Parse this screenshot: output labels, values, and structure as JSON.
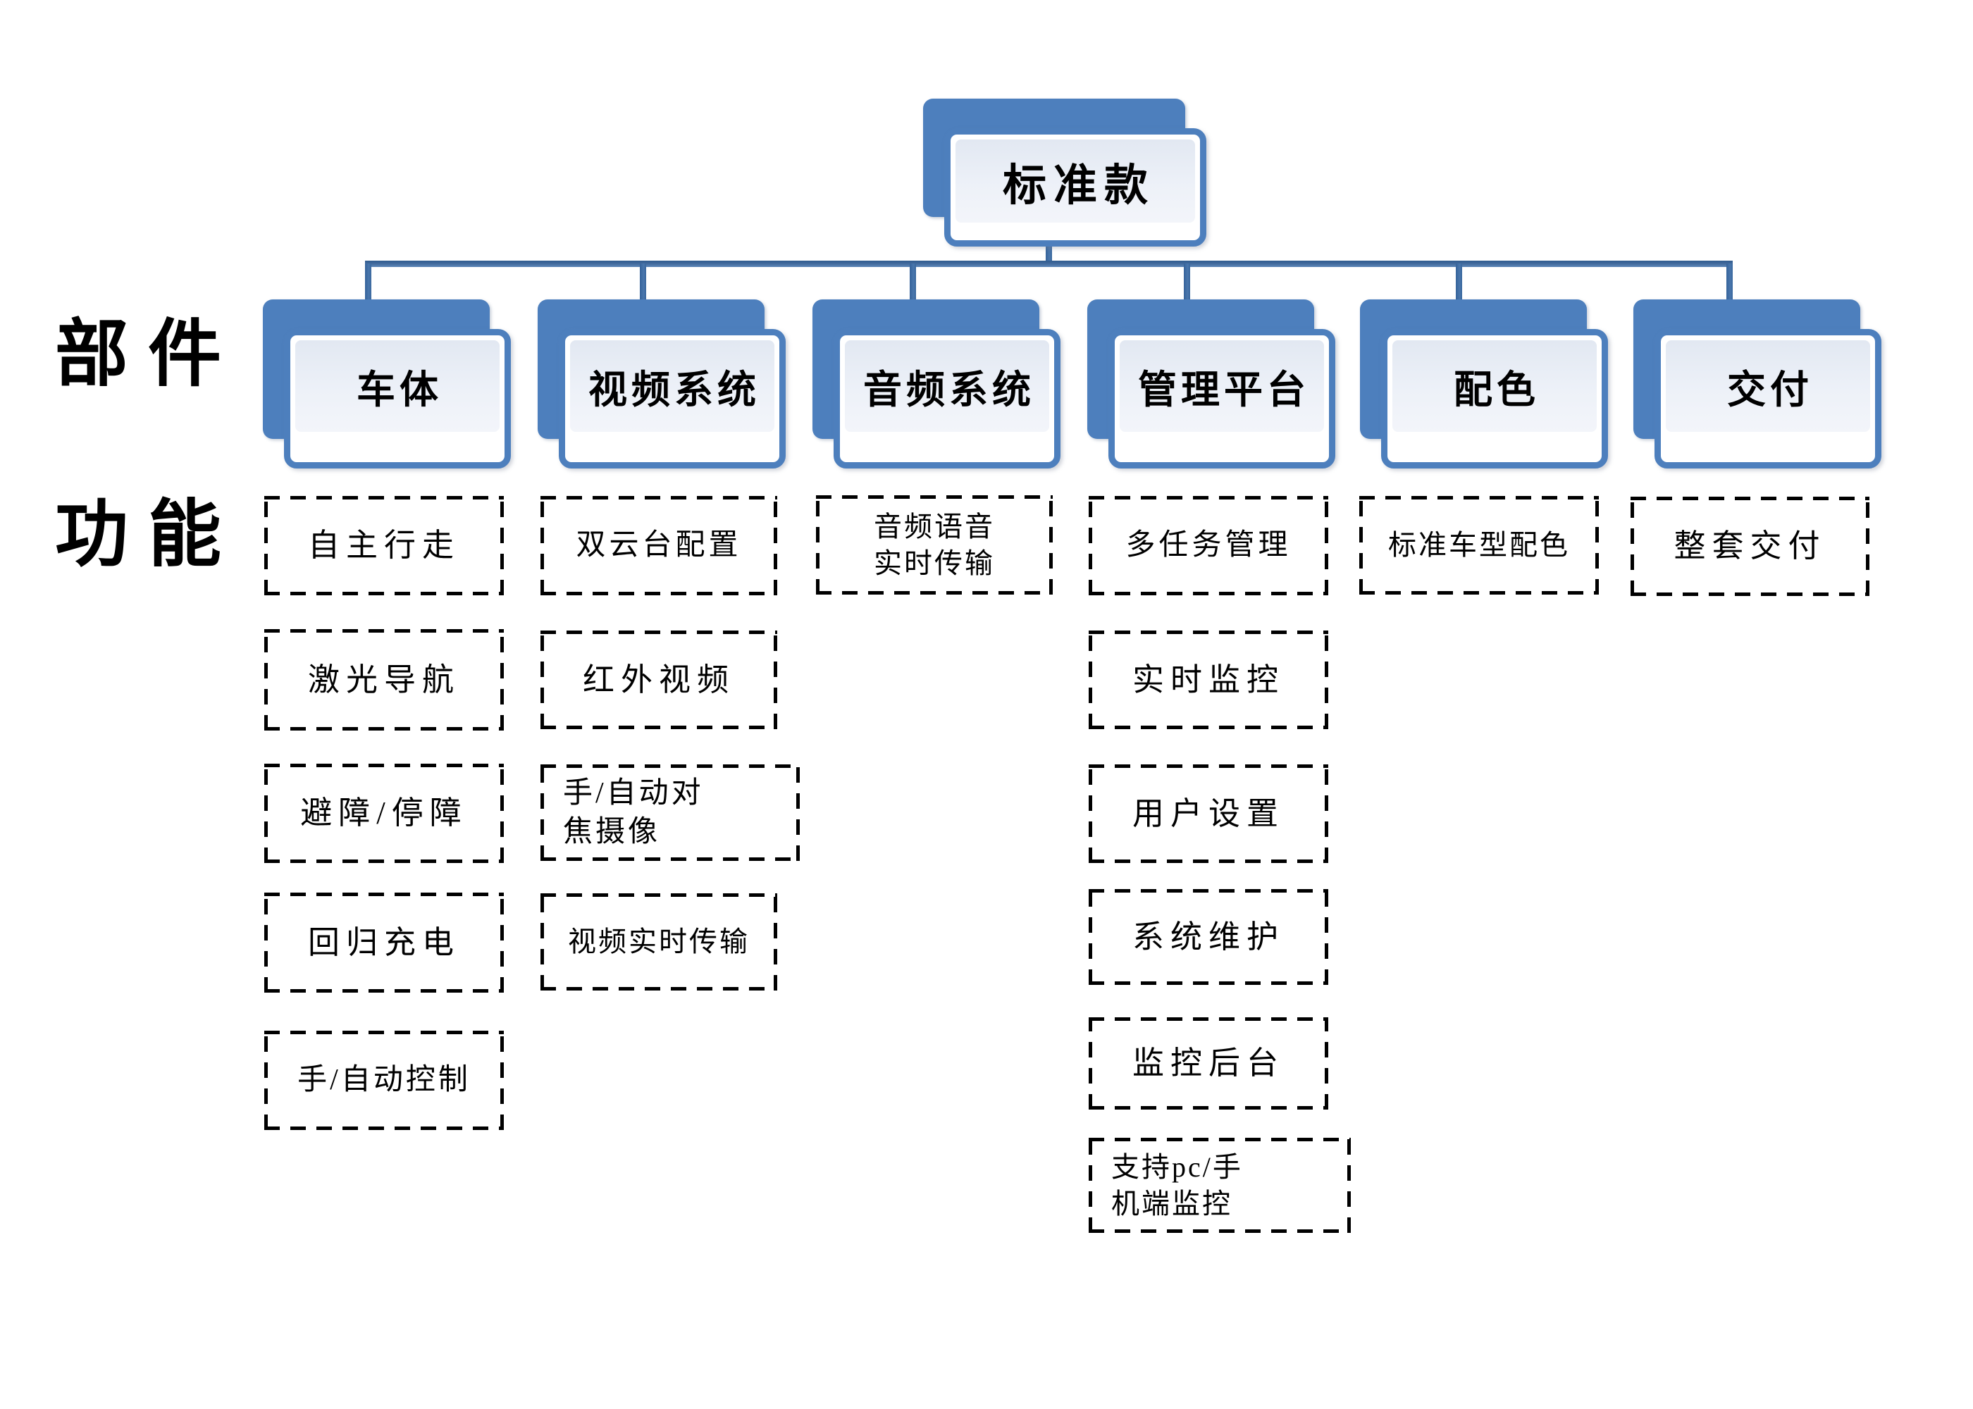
{
  "diagram": {
    "root": {
      "label": "标准款"
    },
    "side_labels": {
      "components": "部件",
      "functions": "功能"
    },
    "branches": [
      {
        "label": "车体",
        "functions": [
          "自主行走",
          "激光导航",
          "避障/停障",
          "回归充电",
          "手/自动控制"
        ]
      },
      {
        "label": "视频系统",
        "functions": [
          "双云台配置",
          "红外视频",
          "手/自动对\n焦摄像",
          "视频实时传输"
        ]
      },
      {
        "label": "音频系统",
        "functions": [
          "音频语音\n实时传输"
        ]
      },
      {
        "label": "管理平台",
        "functions": [
          "多任务管理",
          "实时监控",
          "用户设置",
          "系统维护",
          "监控后台",
          "支持pc/手\n机端监控"
        ]
      },
      {
        "label": "配色",
        "functions": [
          "标准车型配色"
        ]
      },
      {
        "label": "交付",
        "functions": [
          "整套交付"
        ]
      }
    ],
    "colors": {
      "node_fill": "#4d7fbd",
      "panel_fill": "#edf1f8",
      "connector": "#3a689f",
      "dashed_border": "#000000",
      "background": "#ffffff",
      "text": "#000000"
    }
  }
}
